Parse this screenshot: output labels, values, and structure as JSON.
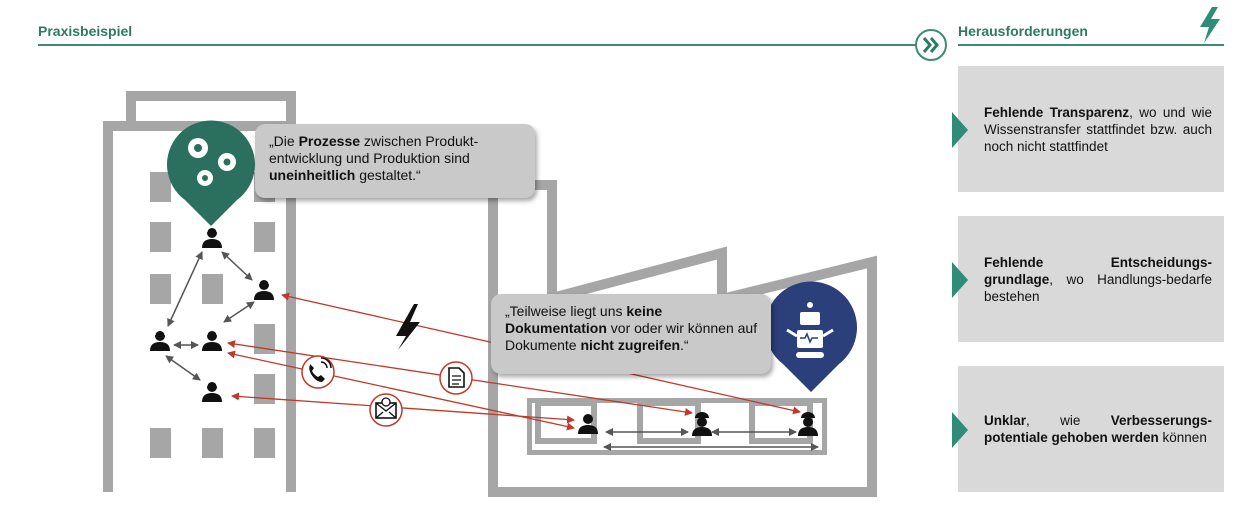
{
  "header": {
    "left_title": "Praxisbeispiel",
    "right_title": "Herausforderungen",
    "chevron_icon": "double-chevron-right-icon",
    "bolt_icon": "lightning-bolt-icon"
  },
  "quote_left": {
    "p1": "„Die ",
    "b1": "Prozesse",
    "p2": " zwischen Produkt-entwicklung und Produktion sind ",
    "b2": "uneinheitlich",
    "p3": " gestaltet.“",
    "icon": "gears-icon"
  },
  "quote_right": {
    "p1": "„Teilweise liegt uns ",
    "b1": "keine Dokumentation",
    "p2": " vor oder wir können auf Dokumente ",
    "b2": "nicht zugreifen",
    "p3": ".“",
    "icon": "robot-icon"
  },
  "channels": [
    "phone-icon",
    "document-icon",
    "email-icon"
  ],
  "challenges": [
    {
      "bold": "Fehlende Transparenz",
      "rest": ", wo und wie Wissenstransfer stattfindet bzw. auch noch nicht stattfindet"
    },
    {
      "bold": "Fehlende Entscheidungs-grundlage",
      "rest": ", wo Handlungs-bedarfe bestehen"
    },
    {
      "bold1": "Unklar",
      "mid": ", wie ",
      "bold2": "Verbesserungs-potentiale gehoben werden",
      "rest": " können"
    }
  ],
  "colors": {
    "accent": "#2f7a65",
    "dark_teal": "#2b6f5e",
    "navy": "#2b3f7a",
    "arrow_red": "#c0392b",
    "building": "#a6a6a6",
    "card_bg": "#d9d9d9"
  }
}
